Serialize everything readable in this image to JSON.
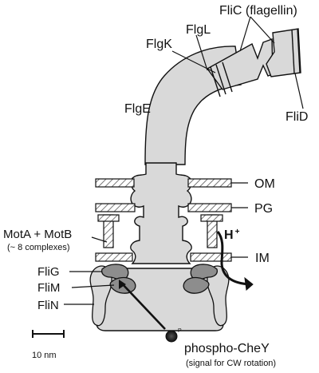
{
  "labels": {
    "flic": "FliC (flagellin)",
    "flgl": "FlgL",
    "flgk": "FlgK",
    "flge": "FlgE",
    "flid": "FliD",
    "om": "OM",
    "pg": "PG",
    "im": "IM",
    "mota_motb": "MotA + MotB",
    "complexes": "(~ 8 complexes)",
    "h_plus": "H",
    "h_plus_sup": "+",
    "flig": "FliG",
    "flim": "FliM",
    "flin": "FliN",
    "scale": "10 nm",
    "phospho_p": "P",
    "phospho_chey": "phospho-CheY",
    "phospho_note": "(signal for CW rotation)"
  },
  "colors": {
    "outline": "#111111",
    "light_fill": "#d9d9d9",
    "mid_fill": "#8d8d8d",
    "hatch": "#777777"
  }
}
